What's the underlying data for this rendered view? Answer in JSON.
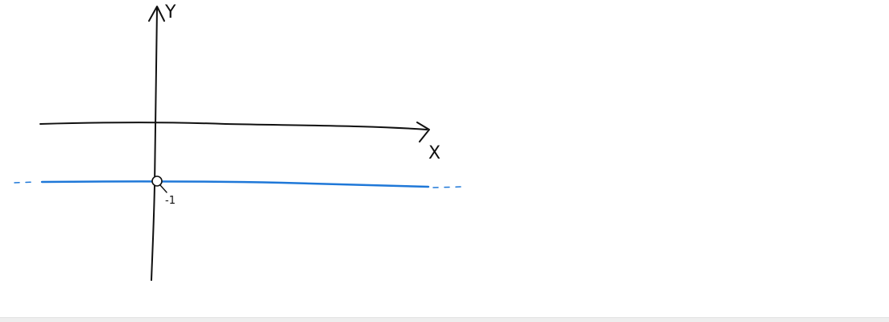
{
  "diagram": {
    "axis_labels": {
      "x": "X",
      "y": "Y"
    },
    "marked_point": {
      "label": "-1",
      "style": "open-circle"
    },
    "colors": {
      "axes": "#111111",
      "graph_line": "#1f78d8"
    }
  }
}
